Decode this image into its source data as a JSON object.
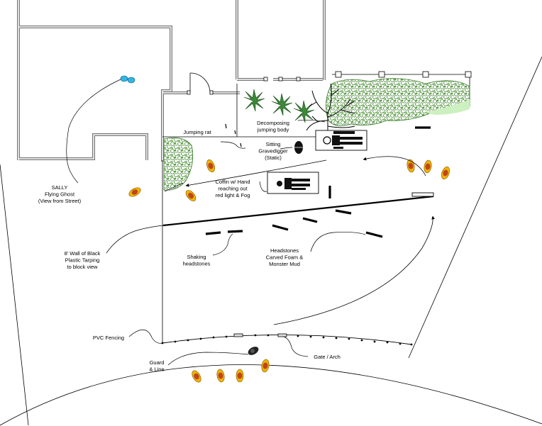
{
  "labels": {
    "sally": [
      "SALLY",
      "Flying Ghost",
      "(View from Street)"
    ],
    "jumping_rat": "Jumping rat",
    "decomposing": [
      "Decomposing",
      "jumping body"
    ],
    "gravedigger": [
      "Sitting",
      "Gravedigger",
      "(Static)"
    ],
    "coffin": [
      "Coffin w/ Hand",
      "reaching out",
      "red light & Fog"
    ],
    "wall": [
      "8' Wall of Black",
      "Plastic Tarping",
      "to block view"
    ],
    "shaking": [
      "Shaking",
      "headstones"
    ],
    "headstones": [
      "Headstones",
      "Carved Foam &",
      "Monster Mud"
    ],
    "pvc": "PVC Fencing",
    "guard": [
      "Guard",
      "& Line"
    ],
    "gate": "Gate / Arch"
  },
  "colors": {
    "ghost": "#33b5e5",
    "ember_outer": "#f0b400",
    "ember_inner": "#c0461a",
    "plant": "#3a7a2a",
    "wall": "#777777"
  },
  "icons": [
    "flying-ghost-icon",
    "torch-icon",
    "palm-plant-icon",
    "bare-tree-icon",
    "coffin-icon",
    "figure-icon",
    "guard-icon"
  ]
}
